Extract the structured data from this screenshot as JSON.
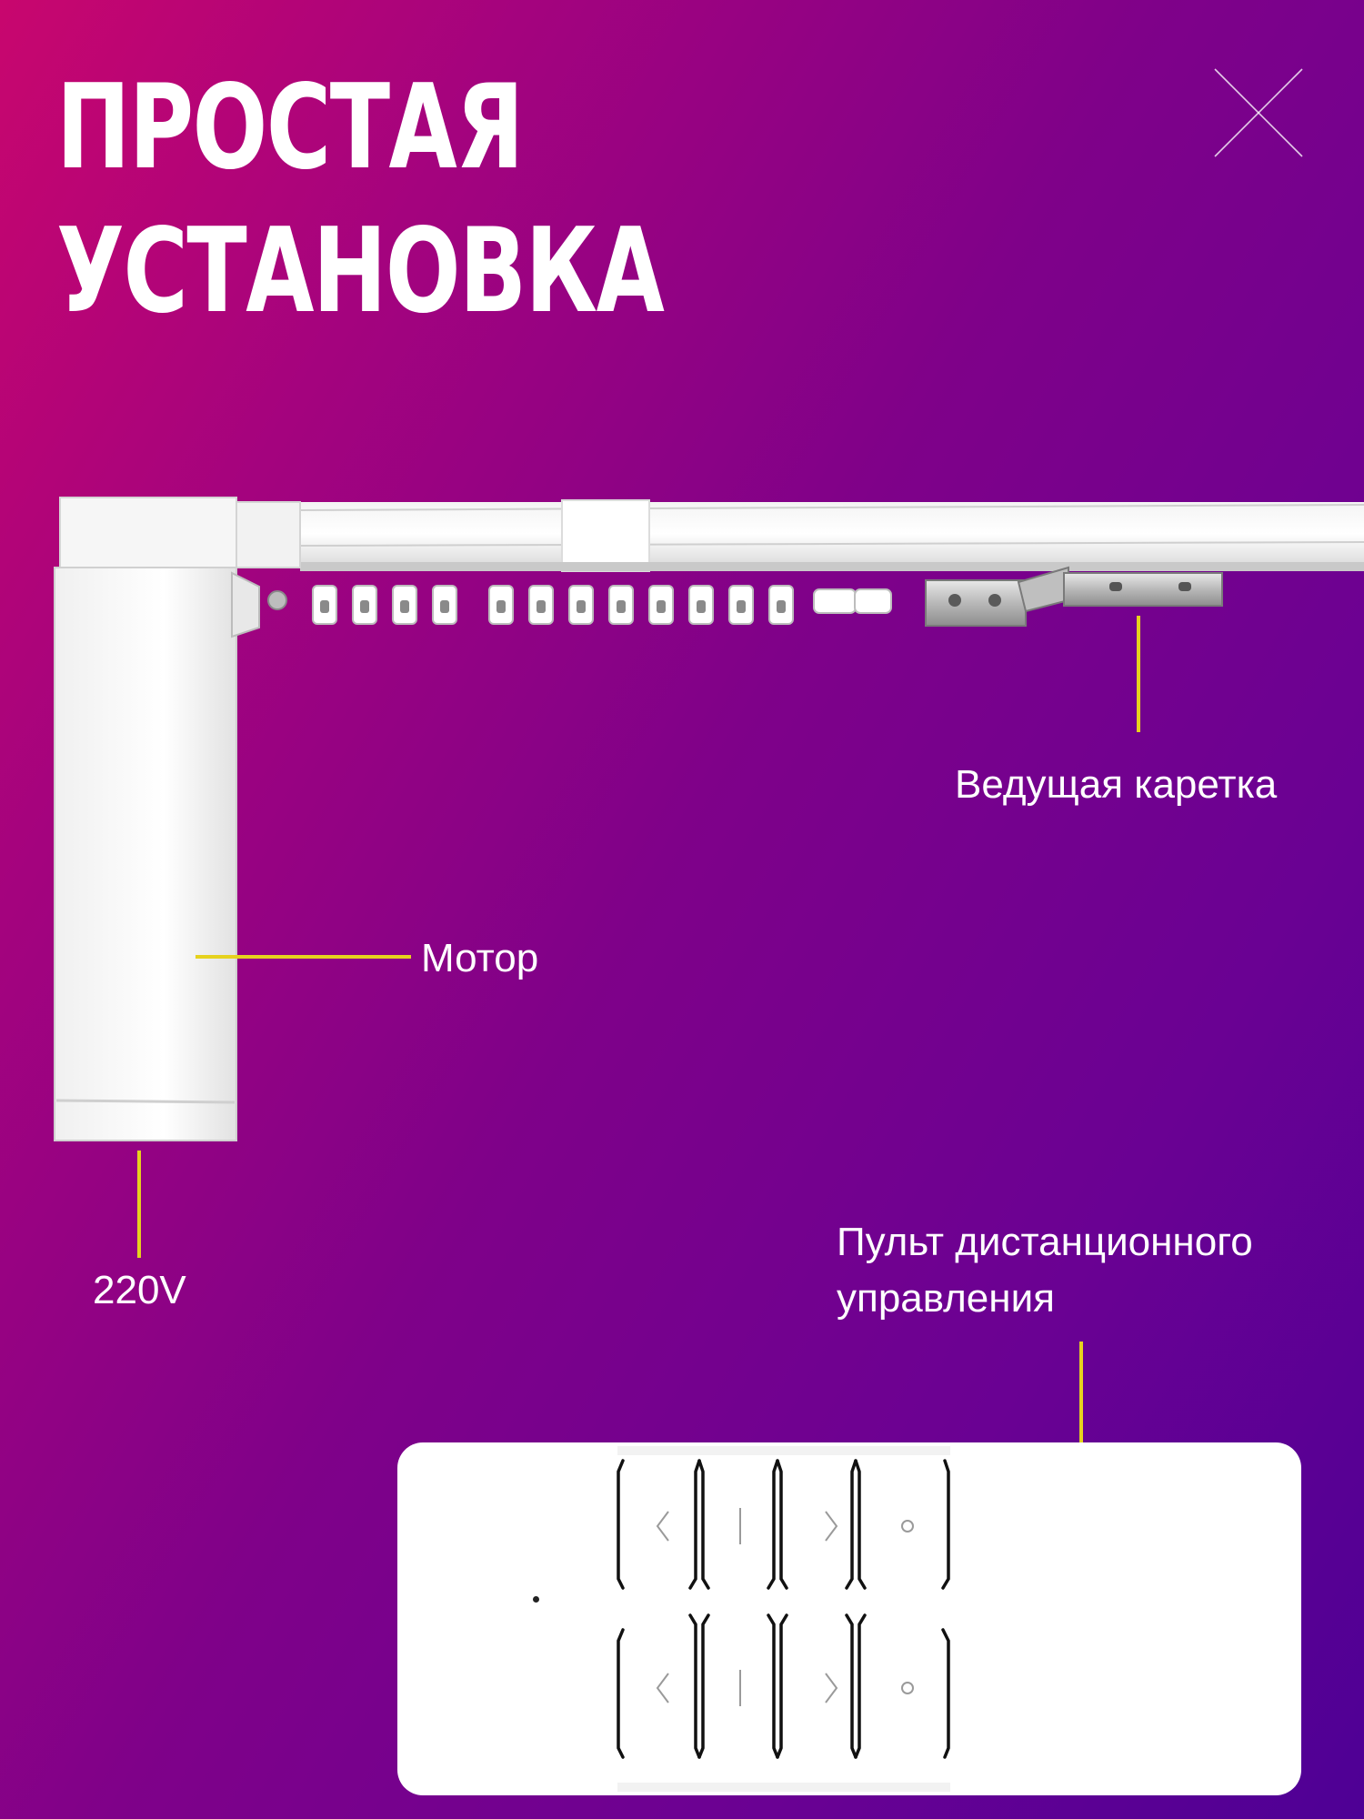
{
  "header": {
    "title_line1": "ПРОСТАЯ",
    "title_line2": "УСТАНОВКА"
  },
  "labels": {
    "carriage": "Ведущая каретка",
    "motor": "Мотор",
    "power": "220V",
    "remote_line1": "Пульт дистанционного",
    "remote_line2": "управления"
  },
  "remote_buttons": {
    "row1": [
      "chevron-left-icon",
      "stop-bar-icon",
      "chevron-right-icon",
      "circle-icon"
    ],
    "row2": [
      "chevron-left-icon",
      "stop-bar-icon",
      "chevron-right-icon",
      "circle-icon"
    ]
  },
  "colors": {
    "gradient_start": "#c8066e",
    "gradient_end": "#4e0095",
    "leader_line": "#e6d21e",
    "text": "#ffffff"
  }
}
